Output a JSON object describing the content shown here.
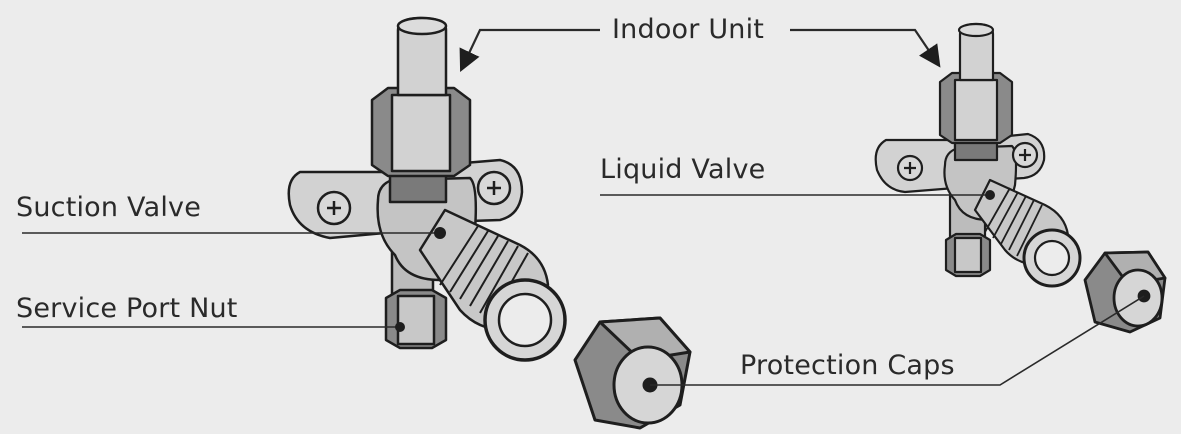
{
  "labels": {
    "indoor_unit": "Indoor Unit",
    "suction_valve": "Suction Valve",
    "service_port_nut": "Service Port Nut",
    "liquid_valve": "Liquid Valve",
    "protection_caps": "Protection Caps"
  },
  "colors": {
    "background": "#ececec",
    "outline": "#1e1e1e",
    "metal_light": "#d2d2d2",
    "metal_mid": "#b4b4b4",
    "metal_dark": "#7a7a7a",
    "leader_line": "#2a2a2a"
  }
}
